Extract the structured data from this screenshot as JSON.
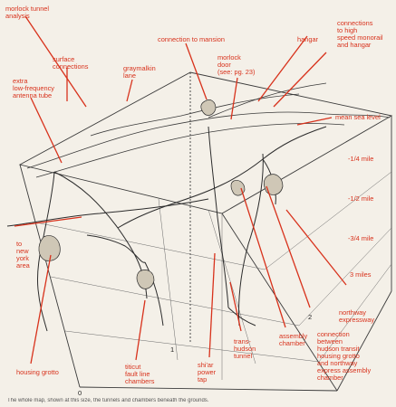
{
  "labels": {
    "morlock_tunnel_analysis": "morlock tunnel\nanalysis",
    "surface_connections": "surface\nconnections",
    "extra_low_frequency": "extra\nlow-frequency\nantenna tube",
    "graymalkin_lane": "graymalkin\nlane",
    "connection_to_mansion": "connection to mansion",
    "morlock_door": "morlock\ndoor\n(see: pg. 23)",
    "hangar": "hangar",
    "high_speed_monorail": "connections\nto high\nspeed monorail\nand hangar",
    "mean_sea_level": "mean sea level",
    "quarter_mile": "-1/4 mile",
    "half_mile": "-1/2 mile",
    "three_quarter_mile": "-3/4 mile",
    "to_new_york": "to\nnew\nyork\narea",
    "three_miles": "3 miles",
    "northway_expressway": "northway\nexpressway",
    "hudson_transit": "connection\nbetween\nhudson transit\nhousing grotto\nand northway\nexpress assembly\nchamber",
    "assembly_chamber": "assembly\nchamber",
    "trans_hudson_tunnel": "trans-\nhudson\ntunnel",
    "shiar_power_tap": "shi'ar\npower\ntap",
    "titicut_fault": "titicut\nfault line\nchambers",
    "housing_grotto": "housing grotto"
  },
  "scale": {
    "zero": "0",
    "one": "1",
    "two": "2"
  },
  "caption": "The whole map, shown at this size, the tunnels and chambers beneath the grounds."
}
